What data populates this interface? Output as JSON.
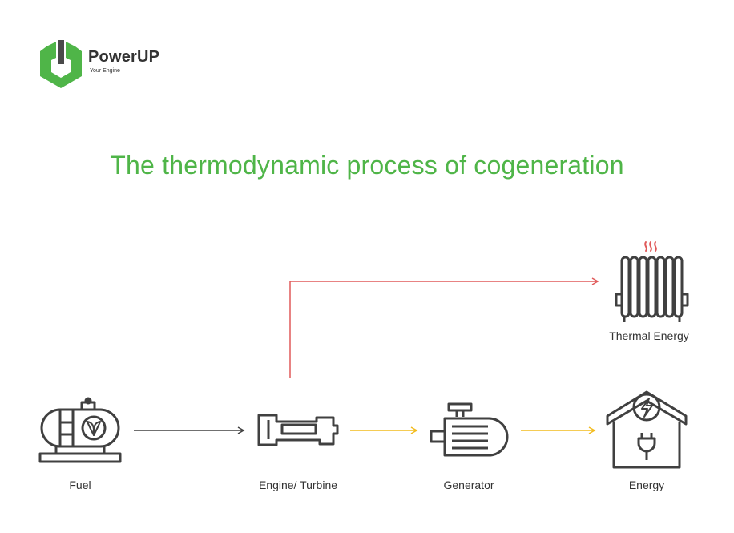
{
  "logo": {
    "name": "PowerUP",
    "tagline": "Your Engine"
  },
  "title": "The thermodynamic process of cogeneration",
  "nodes": {
    "fuel": {
      "label": "Fuel",
      "icon": "fuel-tank-icon"
    },
    "engine": {
      "label": "Engine/ Turbine",
      "icon": "engine-turbine-icon"
    },
    "generator": {
      "label": "Generator",
      "icon": "generator-icon"
    },
    "energy": {
      "label": "Energy",
      "icon": "house-power-icon"
    },
    "thermal": {
      "label": "Thermal Energy",
      "icon": "radiator-icon"
    }
  },
  "colors": {
    "brand_green": "#4fb548",
    "brand_dark": "#4a4a4a",
    "icon_stroke": "#404040",
    "arrow_fuel": "#404040",
    "arrow_power": "#f2bb1d",
    "arrow_heat": "#e05a5a"
  }
}
